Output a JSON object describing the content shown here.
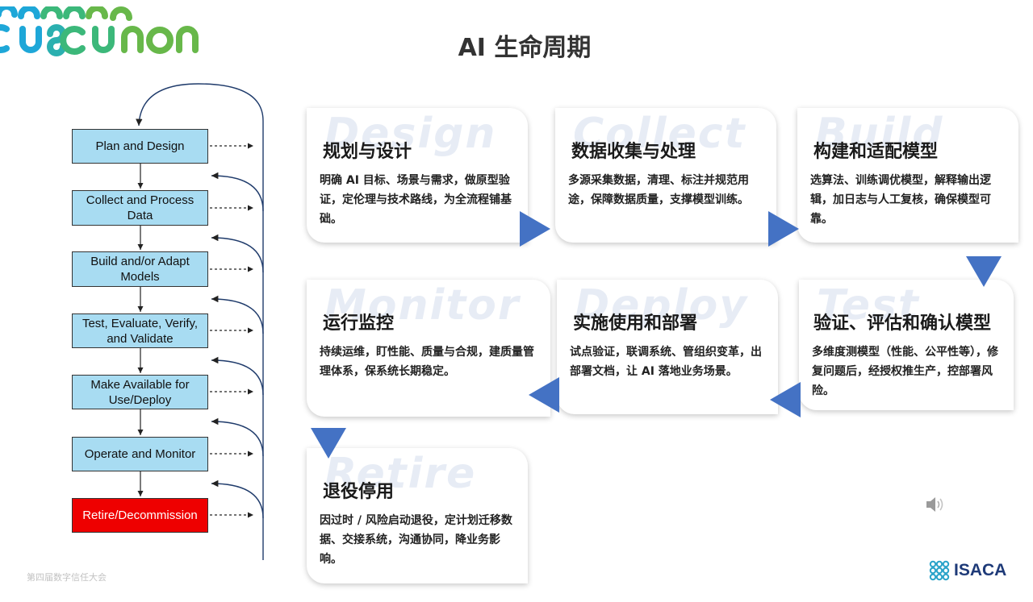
{
  "page_title": "AI 生命周期",
  "flowchart": {
    "steps": [
      {
        "label": "Plan and Design"
      },
      {
        "label": "Collect and Process Data"
      },
      {
        "label": "Build and/or Adapt Models"
      },
      {
        "label": "Test, Evaluate, Verify, and Validate"
      },
      {
        "label": "Make Available for Use/Deploy"
      },
      {
        "label": "Operate and Monitor"
      },
      {
        "label": "Retire/Decommission"
      }
    ],
    "colors": {
      "step_fill": "#a8dcf2",
      "retire_fill": "#ee0000"
    }
  },
  "cards": [
    {
      "watermark": "Design",
      "title": "规划与设计",
      "desc": "明确 AI 目标、场景与需求，做原型验证，定伦理与技术路线，为全流程铺基础。"
    },
    {
      "watermark": "Collect",
      "title": "数据收集与处理",
      "desc": "多源采集数据，清理、标注并规范用途，保障数据质量，支撑模型训练。"
    },
    {
      "watermark": "Build",
      "title": "构建和适配模型",
      "desc": "选算法、训练调优模型，解释输出逻辑，加日志与人工复核，确保模型可靠。"
    },
    {
      "watermark": "Monitor",
      "title": "运行监控",
      "desc": "持续运维，盯性能、质量与合规，建质量管理体系，保系统长期稳定。"
    },
    {
      "watermark": "Deploy",
      "title": "实施使用和部署",
      "desc": "试点验证，联调系统、管组织变革，出部署文档，让 AI 落地业务场景。"
    },
    {
      "watermark": "Test",
      "title": "验证、评估和确认模型",
      "desc": "多维度测模型（性能、公平性等），修复问题后，经授权推生产，控部署风险。"
    },
    {
      "watermark": "Retire",
      "title": "退役停用",
      "desc": "因过时 / 风险启动退役，定计划迁移数据、交接系统，沟通协同，降业务影响。"
    }
  ],
  "accent_color": "#4472c4",
  "footer": {
    "text": "第四届数字信任大会",
    "brand": "ISACA"
  },
  "icons": {
    "speaker": "speaker-icon",
    "brand": "isaca-logo-icon",
    "event_logo": "event-logo"
  }
}
